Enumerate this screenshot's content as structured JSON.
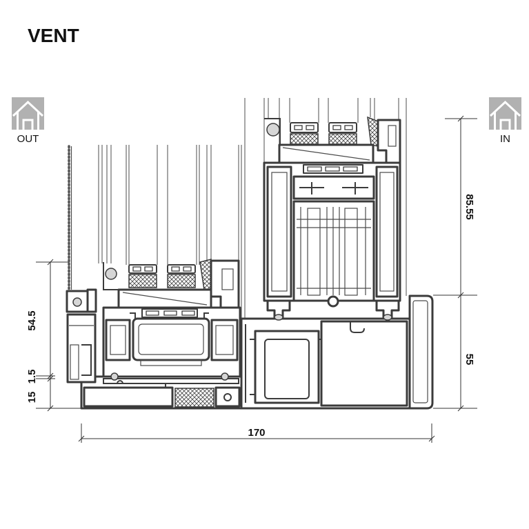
{
  "title": "VENT",
  "sides": {
    "outside": {
      "label": "OUT",
      "icon": "house-icon"
    },
    "inside": {
      "label": "IN",
      "icon": "house-icon"
    }
  },
  "dimensions": {
    "right_upper": "85.55",
    "right_lower": "55",
    "left_upper": "54.5",
    "left_middle": "1.5",
    "left_lower": "15",
    "bottom_overall": "170"
  },
  "colors": {
    "profile_line": "#3b3b3b",
    "icon_background": "#b1b1b1",
    "background": "#ffffff"
  }
}
